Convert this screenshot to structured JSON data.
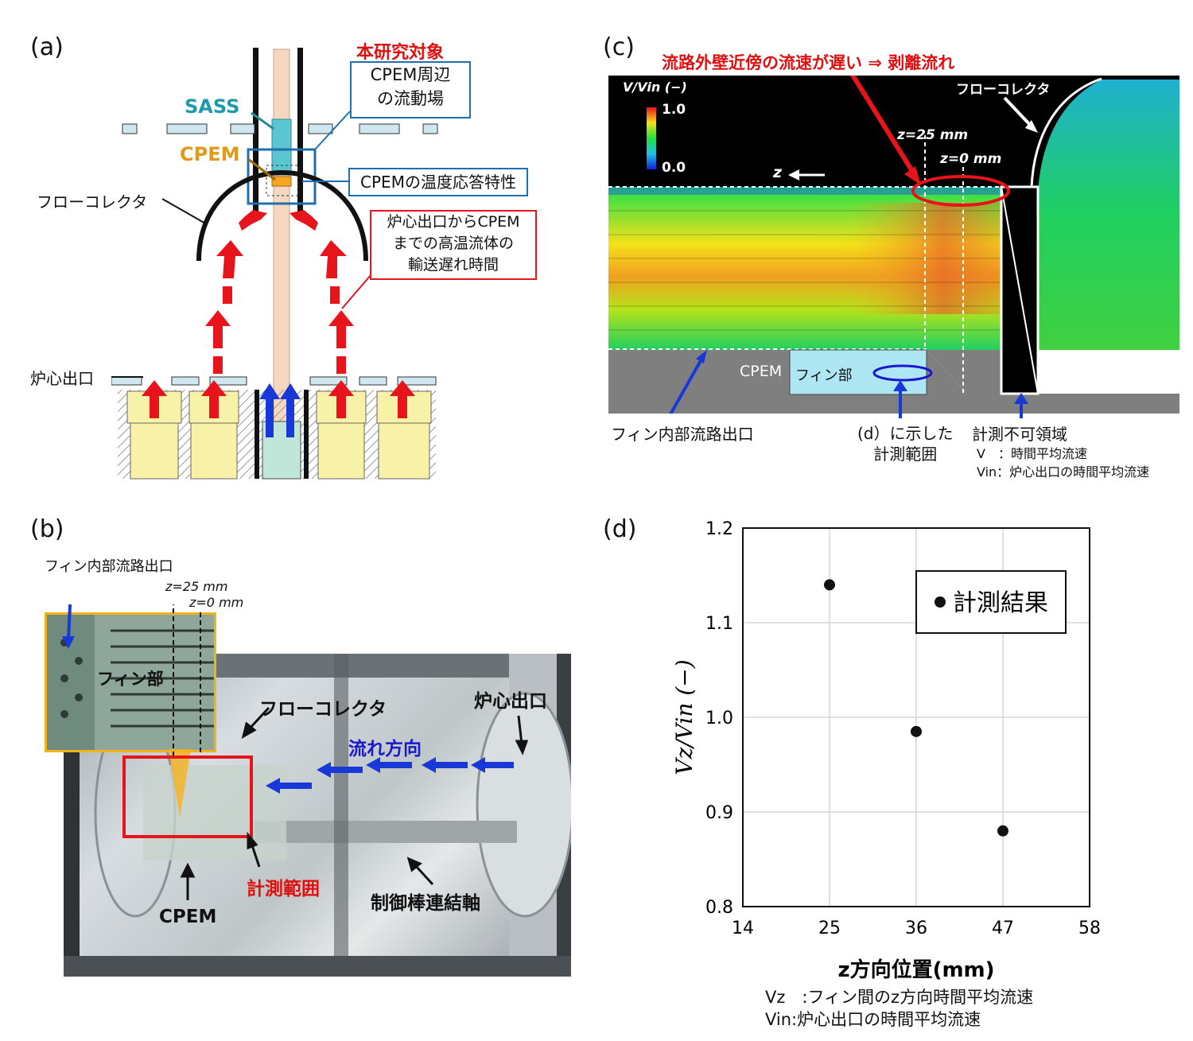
{
  "panel_a": {
    "label": "(a)",
    "title_target": "本研究対象",
    "box_flow": "CPEM周辺\nの流動場",
    "box_temp": "CPEMの温度応答特性",
    "box_delay": "炉心出口からCPEM\nまでの高温流体の\n輸送遅れ時間",
    "sass": "SASS",
    "cpem": "CPEM",
    "flow_collector": "フローコレクタ",
    "core_outlet": "炉心出口"
  },
  "panel_b": {
    "label": "(b)",
    "fin_outlet": "フィン内部流路出口",
    "z25": "z=25 mm",
    "z0": "z=0 mm",
    "fin_part": "フィン部",
    "flow_collector": "フローコレクタ",
    "core_outlet": "炉心出口",
    "flow_direction": "流れ方向",
    "measure_range": "計測範囲",
    "control_rod": "制御棒連結軸",
    "cpem": "CPEM"
  },
  "panel_c": {
    "label": "(c)",
    "headline": "流路外壁近傍の流速が遅い ⇒ 剥離流れ",
    "colorbar_title": "V/Vin (−)",
    "colorbar_max": "1.0",
    "colorbar_min": "0.0",
    "flow_collector": "フローコレクタ",
    "z25": "z=25 mm",
    "z0": "z=0 mm",
    "z_axis": "z",
    "cpem": "CPEM",
    "fin_part": "フィン部",
    "fin_outlet": "フィン内部流路出口",
    "shown_in_d": "(d）に示した\n計測範囲",
    "unmeasurable": "計測不可領域",
    "legend_v": "V　：時間平均流速",
    "legend_vin": "Vin：炉心出口の時間平均流速"
  },
  "panel_d": {
    "label": "(d)",
    "legend": "計測結果",
    "footnote_vz": "Vz　:フィン間のz方向時間平均流速",
    "footnote_vin": "Vin:炉心出口の時間平均流速"
  },
  "chart_data": {
    "type": "scatter",
    "xlabel": "z方向位置(mm)",
    "ylabel": "Vz/Vin (−)",
    "xlim": [
      14,
      58
    ],
    "ylim": [
      0.8,
      1.2
    ],
    "xticks": [
      14,
      25,
      36,
      47,
      58
    ],
    "yticks": [
      0.8,
      0.9,
      1.0,
      1.1,
      1.2
    ],
    "grid": true,
    "legend_position": "top-right",
    "series": [
      {
        "name": "計測結果",
        "x": [
          25,
          36,
          47
        ],
        "y": [
          1.14,
          0.985,
          0.88
        ]
      }
    ]
  }
}
